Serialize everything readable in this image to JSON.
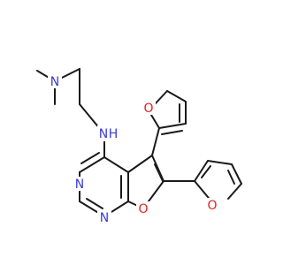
{
  "molecule": {
    "atoms": [
      {
        "id": "N_amine",
        "label": "N",
        "color": "#3b3bd6"
      },
      {
        "id": "N_nh",
        "label": "N",
        "color": "#3b3bd6"
      },
      {
        "id": "H_nh",
        "label": "H",
        "color": "#3b3bd6"
      },
      {
        "id": "N_ring_top",
        "label": "N",
        "color": "#3b3bd6"
      },
      {
        "id": "N_ring_bot",
        "label": "N",
        "color": "#3b3bd6"
      },
      {
        "id": "O_furan_fused",
        "label": "O",
        "color": "#e02020"
      },
      {
        "id": "O_furyl_upper",
        "label": "O",
        "color": "#e02020"
      },
      {
        "id": "O_furyl_right",
        "label": "O",
        "color": "#e02020"
      }
    ],
    "bond_color": "#1a1a1a",
    "background": "#ffffff"
  }
}
